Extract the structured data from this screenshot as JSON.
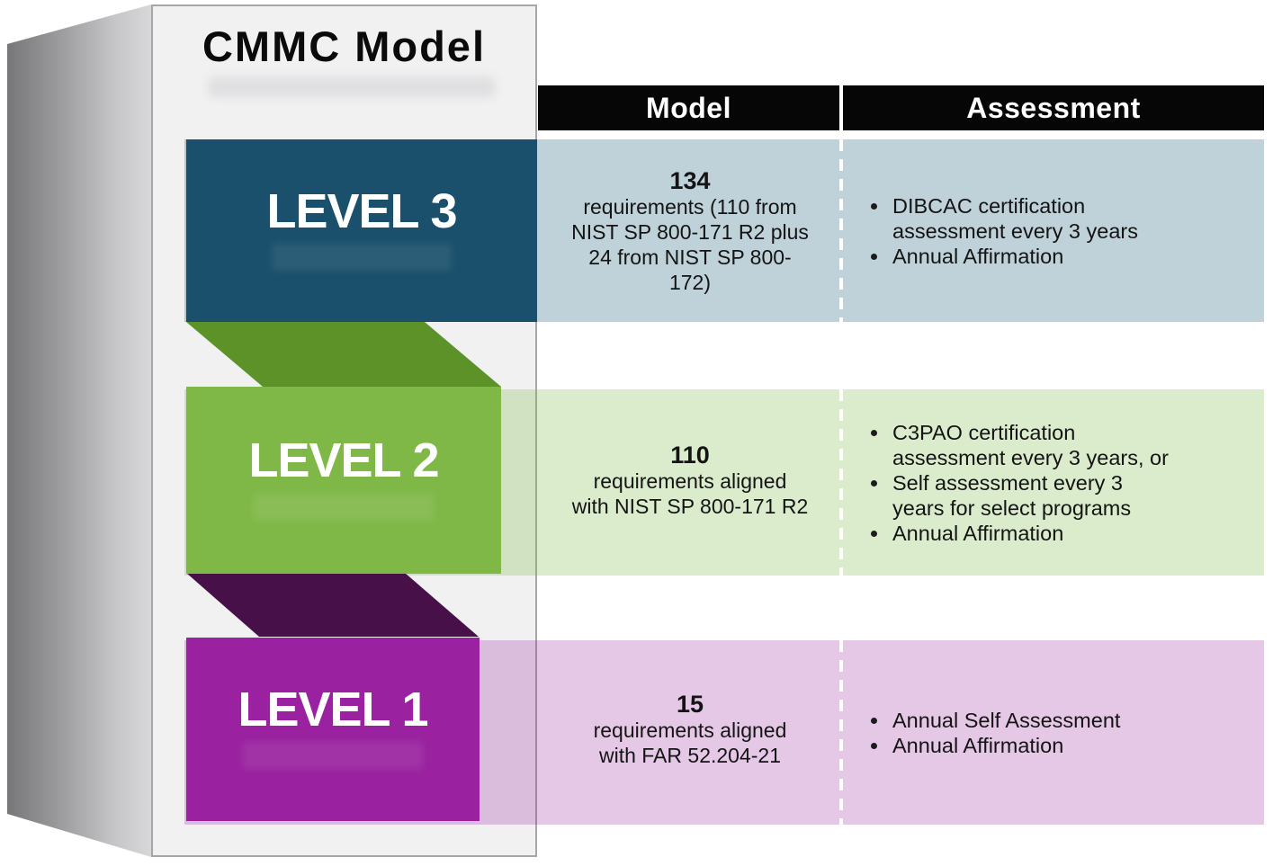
{
  "title": "CMMC Model",
  "header": {
    "model": "Model",
    "assessment": "Assessment"
  },
  "rows": [
    {
      "level_label": "LEVEL 3",
      "model_number": "134",
      "model_text": "requirements (110 from\nNIST SP 800-171 R2 plus\n24 from NIST SP 800-\n172)",
      "assessment": [
        "DIBCAC certification\nassessment every 3 years",
        "Annual Affirmation"
      ]
    },
    {
      "level_label": "LEVEL 2",
      "model_number": "110",
      "model_text": "requirements aligned\nwith NIST SP 800-171 R2",
      "assessment": [
        "C3PAO certification\nassessment every 3 years, or",
        "Self assessment every 3\nyears for select programs",
        "Annual Affirmation"
      ]
    },
    {
      "level_label": "LEVEL 1",
      "model_number": "15",
      "model_text": "requirements aligned\nwith FAR 52.204-21",
      "assessment": [
        "Annual Self Assessment",
        "Annual Affirmation"
      ]
    }
  ],
  "colors": {
    "level3_block": "#1a506b",
    "level2_block": "#80b848",
    "level1_block": "#9a22a0",
    "level3_band": "#c2d1d9",
    "level2_band": "#dfeed4",
    "level1_band": "#e6c9e7",
    "connector_green": "#5c9228",
    "connector_purple": "#471049",
    "header_bg": "#060606",
    "header_text": "#ffffff"
  }
}
